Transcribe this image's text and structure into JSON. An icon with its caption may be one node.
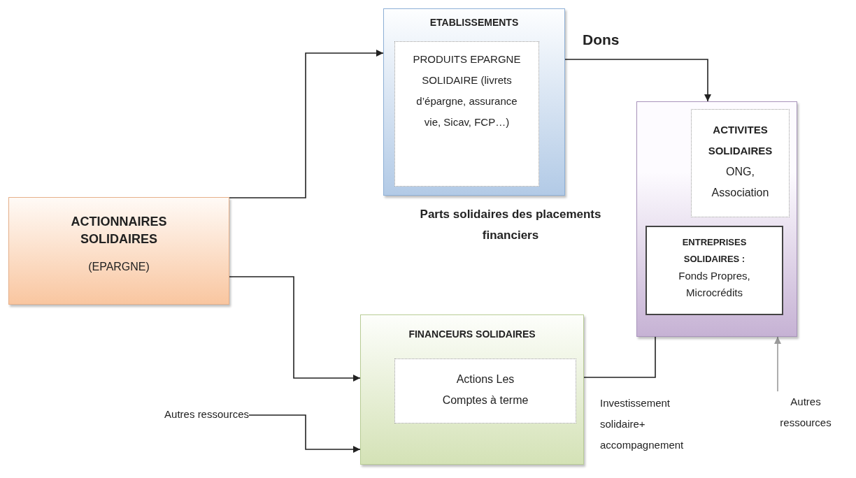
{
  "diagram": {
    "nodes": [
      {
        "text": [
          "ACTIONNAIRES SOLIDAIRES",
          "(EPARGNE)"
        ]
      },
      {
        "text": [
          "ETABLISSEMENTS"
        ],
        "beside": [
          "Parts solidaires des placements financiers"
        ]
      },
      {
        "text": [
          "PRODUITS EPARGNE SOLIDAIRE (livrets d’épargne, assurance vie, Sicav, FCP…)"
        ],
        "in": 1
      },
      {
        "text": [],
        "shape": "box"
      },
      {
        "text": [
          "ACTIVITES SOLIDAIRES",
          "ONG, Association"
        ],
        "in": 3
      },
      {
        "text": [
          "ENTREPRISES SOLIDAIRES :",
          "Fonds  Propres, Microcrédits"
        ],
        "in": 3
      },
      {
        "text": [
          "FINANCEURS SOLIDAIRES"
        ]
      },
      {
        "text": [
          "Actions Les Comptes à terme"
        ],
        "in": 6
      },
      {
        "text": [
          "Autres ressources"
        ]
      },
      {
        "text": [
          "Autres ressources"
        ]
      }
    ],
    "edges": [
      {
        "from": 0,
        "to": 1,
        "arrow": "to"
      },
      {
        "from": 2,
        "to": 3,
        "arrow": "to",
        "label": "Dons"
      },
      {
        "from": 0,
        "to": 6,
        "arrow": "to"
      },
      {
        "from": 8,
        "to": 6,
        "arrow": "to"
      },
      {
        "from": 6,
        "to": 3,
        "arrow": "none"
      },
      {
        "from": 9,
        "to": 3,
        "arrow": "to",
        "color": "#9a9a9a"
      }
    ],
    "labels": [
      "Investissement solidaire+ accompagnement"
    ]
  }
}
